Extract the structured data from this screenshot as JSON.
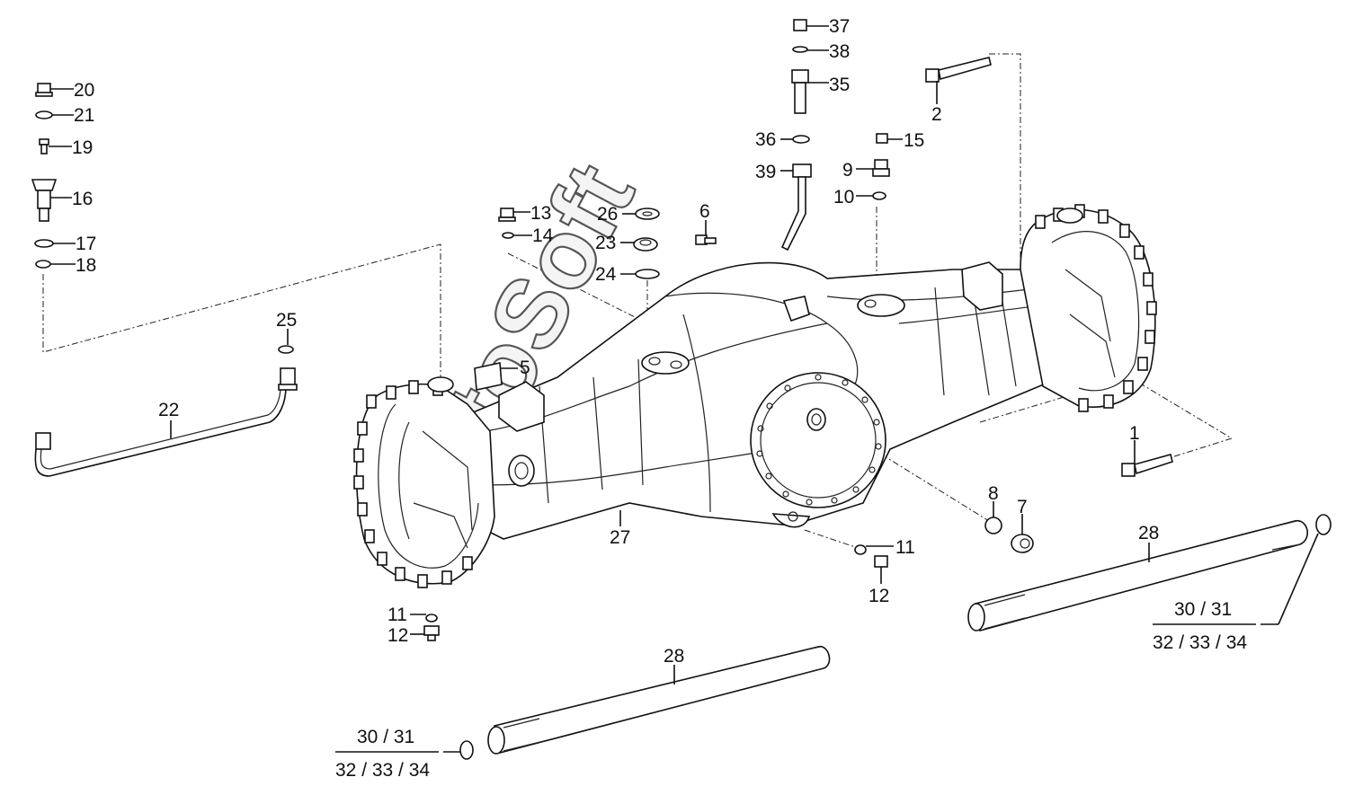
{
  "watermark": "AutoSoft",
  "callouts": {
    "c1": "1",
    "c2": "2",
    "c5": "5",
    "c6": "6",
    "c7": "7",
    "c8": "8",
    "c9": "9",
    "c10": "10",
    "c11a": "11",
    "c11b": "11",
    "c12a": "12",
    "c12b": "12",
    "c13": "13",
    "c14": "14",
    "c15": "15",
    "c16": "16",
    "c17": "17",
    "c18": "18",
    "c19": "19",
    "c20": "20",
    "c21": "21",
    "c22": "22",
    "c23": "23",
    "c24": "24",
    "c25": "25",
    "c26": "26",
    "c27": "27",
    "c28a": "28",
    "c28b": "28",
    "c35": "35",
    "c36": "36",
    "c37": "37",
    "c38": "38",
    "c39": "39"
  },
  "fractions": {
    "left_top": "30 / 31",
    "left_bottom": "32 / 33 / 34",
    "right_top": "30 / 31",
    "right_bottom": "32 / 33 / 34"
  },
  "icons": [
    "housing-icon",
    "axle-shaft-icon",
    "bolt-icon",
    "plug-icon",
    "washer-icon",
    "nut-icon",
    "pipe-icon",
    "breather-icon",
    "plate-icon"
  ]
}
